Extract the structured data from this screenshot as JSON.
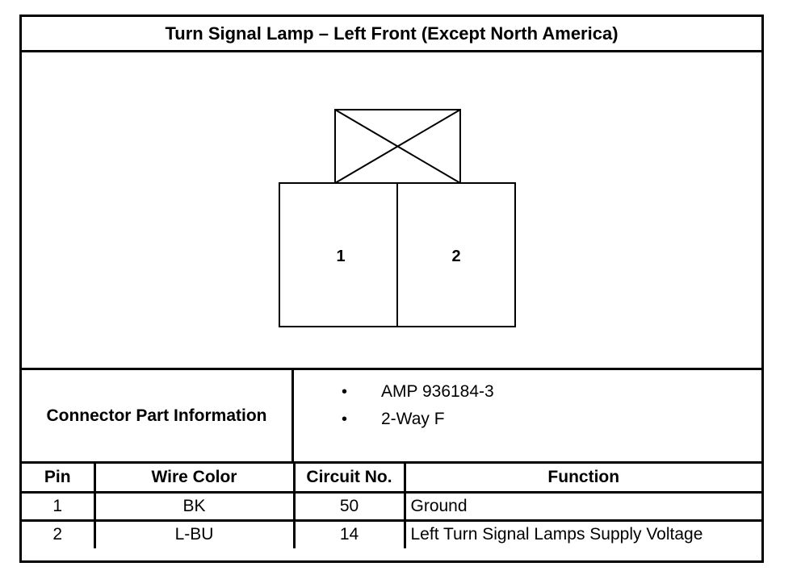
{
  "title": "Turn Signal Lamp – Left Front (Except North America)",
  "connector": {
    "pins": [
      {
        "label": "1"
      },
      {
        "label": "2"
      }
    ]
  },
  "part_info": {
    "label": "Connector Part Information",
    "items": [
      "AMP 936184-3",
      "2-Way F"
    ],
    "bullet": "•"
  },
  "pin_table": {
    "headers": [
      "Pin",
      "Wire Color",
      "Circuit No.",
      "Function"
    ],
    "rows": [
      {
        "pin": "1",
        "wire_color": "BK",
        "circuit": "50",
        "function": "Ground"
      },
      {
        "pin": "2",
        "wire_color": "L-BU",
        "circuit": "14",
        "function": "Left Turn Signal Lamps Supply Voltage"
      }
    ]
  }
}
